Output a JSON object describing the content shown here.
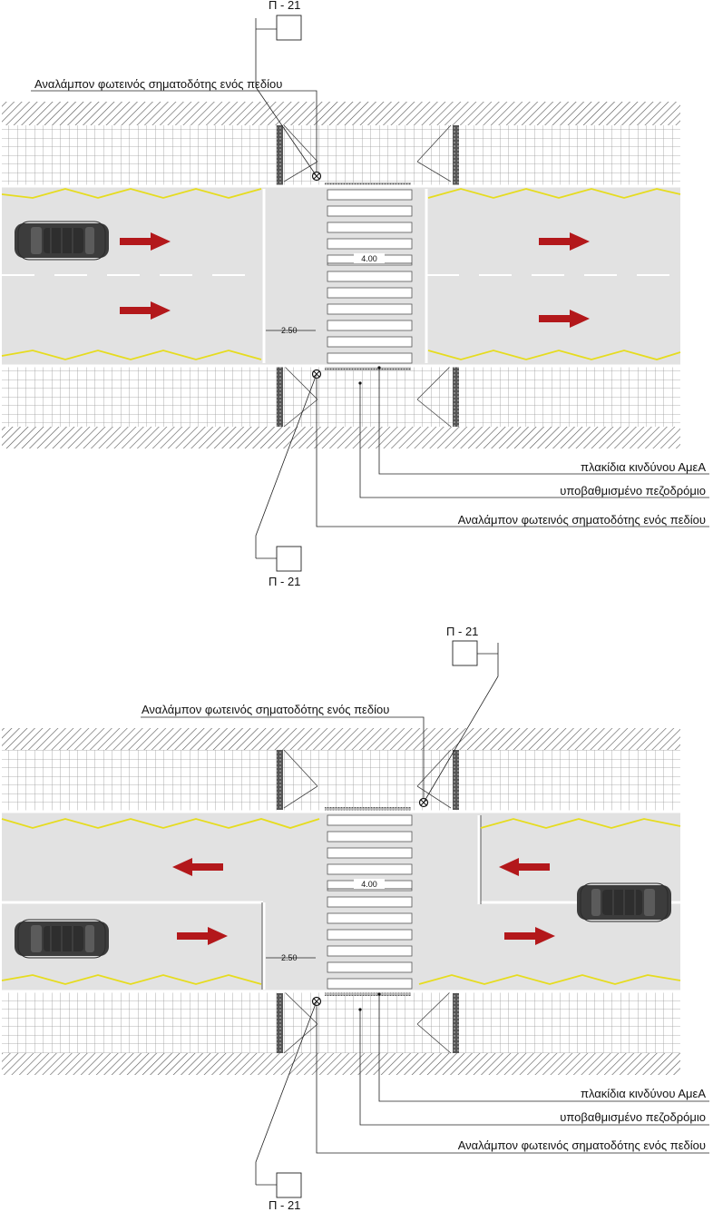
{
  "colors": {
    "road": "#e2e2e2",
    "sidewalk_grid": "#8f8f8f",
    "zigzag": "#e6dc1e",
    "arrow": "#b3181b",
    "car": "#3a3a3a",
    "tactile": "#7d7d7d",
    "line": "#222222"
  },
  "icons": [
    "car-icon",
    "direction-arrow-icon",
    "traffic-signal-icon",
    "road-sign-icon"
  ],
  "plans": [
    {
      "name": "one-way-road-plan",
      "sign_top": "Π - 21",
      "label_signal_top": "Αναλάμπον φωτεινός σηματοδότης ενός πεδίου",
      "dim_crossing_width": "4.00",
      "dim_offset": "2.50",
      "label_tactile": "πλακίδια κινδύνου ΑμεΑ",
      "label_ramp": "υποβαθμισμένο  πεζοδρόμιο",
      "label_signal_bottom": "Αναλάμπον φωτεινός σηματοδότης ενός πεδίου",
      "sign_bottom": "Π - 21"
    },
    {
      "name": "two-way-road-plan",
      "sign_top": "Π - 21",
      "label_signal_top": "Αναλάμπον φωτεινός σηματοδότης ενός πεδίου",
      "dim_crossing_width": "4.00",
      "dim_offset": "2.50",
      "label_tactile": "πλακίδια κινδύνου ΑμεΑ",
      "label_ramp": "υποβαθμισμένο  πεζοδρόμιο",
      "label_signal_bottom": "Αναλάμπον φωτεινός σηματοδότης ενός πεδίου",
      "sign_bottom": "Π - 21"
    }
  ]
}
